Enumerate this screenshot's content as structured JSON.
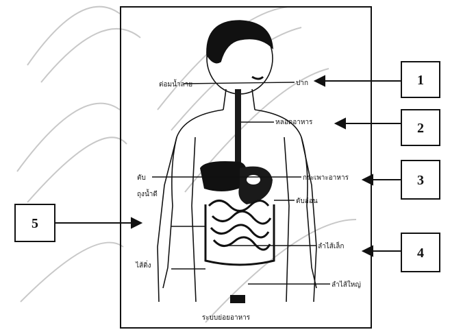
{
  "figure": {
    "caption": "ระบบย่อยอาหาร",
    "organ_labels": {
      "left_top": "ต่อมน้ำลาย",
      "mouth": "ปาก",
      "esophagus": "หลอดอาหาร",
      "stomach": "กระเพาะอาหาร",
      "pancreas": "ตับอ่อน",
      "small_intestine": "ลำไส้เล็ก",
      "large_intestine": "ลำไส้ใหญ่",
      "left_mid": "ตับ",
      "left_mid2": "ถุงน้ำดี",
      "left_low": "ไส้ติ่ง"
    }
  },
  "callouts": [
    {
      "id": "1",
      "label": "1"
    },
    {
      "id": "2",
      "label": "2"
    },
    {
      "id": "3",
      "label": "3"
    },
    {
      "id": "4",
      "label": "4"
    },
    {
      "id": "5",
      "label": "5"
    }
  ],
  "colors": {
    "ink": "#111111",
    "paper": "#ffffff",
    "shade": "#1a1a1a"
  }
}
